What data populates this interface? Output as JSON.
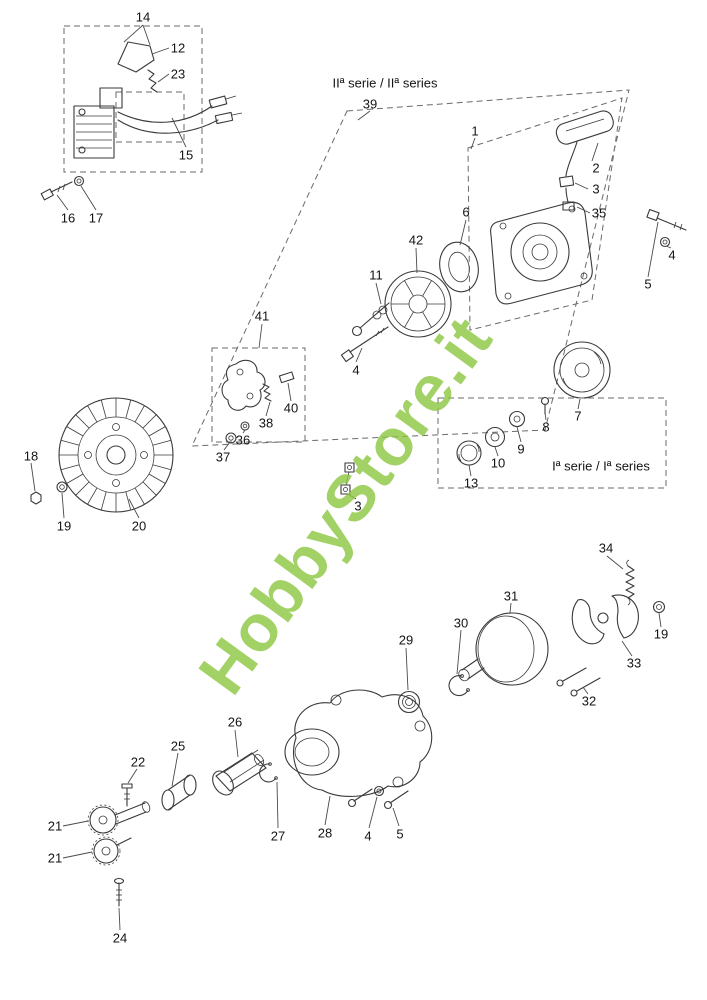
{
  "watermark": {
    "text": "HobbyStore.it",
    "color": "#8CC63F"
  },
  "series": {
    "series2_label": "IIª serie / IIª series",
    "series1_label": "Iª serie / Iª series"
  },
  "callouts": {
    "n14": "14",
    "n12": "12",
    "n23": "23",
    "n15": "15",
    "n16": "16",
    "n17": "17",
    "n39": "39",
    "n1": "1",
    "n2": "2",
    "n3_starter": "3",
    "n35": "35",
    "n4_right": "4",
    "n5_right": "5",
    "n6": "6",
    "n42": "42",
    "n11": "11",
    "n4_pulley": "4",
    "n41": "41",
    "n40": "40",
    "n38": "38",
    "n36": "36",
    "n37": "37",
    "n18": "18",
    "n19_flywheel": "19",
    "n20": "20",
    "n7": "7",
    "n8": "8",
    "n9": "9",
    "n10": "10",
    "n13": "13",
    "n3_lower": "3",
    "n34": "34",
    "n31": "31",
    "n30": "30",
    "n29": "29",
    "n19_clutch": "19",
    "n33": "33",
    "n32": "32",
    "n26": "26",
    "n25": "25",
    "n22": "22",
    "n27": "27",
    "n28": "28",
    "n4_housing": "4",
    "n5_housing": "5",
    "n21_upper": "21",
    "n21_lower": "21",
    "n24": "24"
  }
}
